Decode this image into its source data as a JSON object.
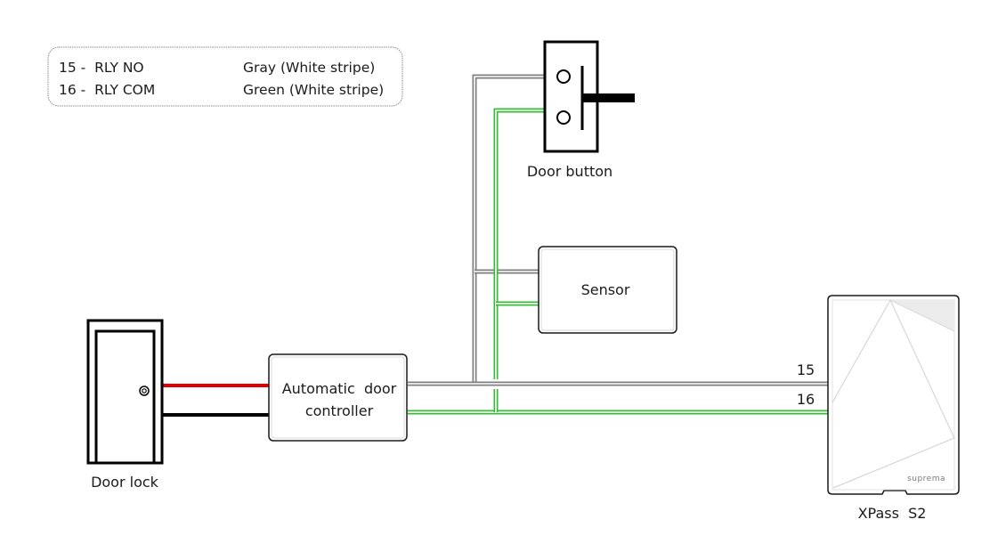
{
  "legend": {
    "rows": [
      {
        "pin": "15 -  RLY NO",
        "wire": "Gray (White stripe)"
      },
      {
        "pin": "16 -  RLY COM",
        "wire": "Green (White stripe)"
      }
    ]
  },
  "components": {
    "door_button": {
      "label": "Door button"
    },
    "sensor": {
      "label": "Sensor"
    },
    "door_lock": {
      "label": "Door lock"
    },
    "controller": {
      "label_line1": "Automatic  door",
      "label_line2": "controller"
    },
    "reader": {
      "label": "XPass  S2",
      "brand": "suprema"
    }
  },
  "wires": {
    "pin15": {
      "label": "15",
      "color": "#7f7f7f"
    },
    "pin16": {
      "label": "16",
      "color": "#3cb83c"
    },
    "lock_plus": {
      "color": "#e00000"
    },
    "lock_minus": {
      "color": "#000000"
    }
  }
}
